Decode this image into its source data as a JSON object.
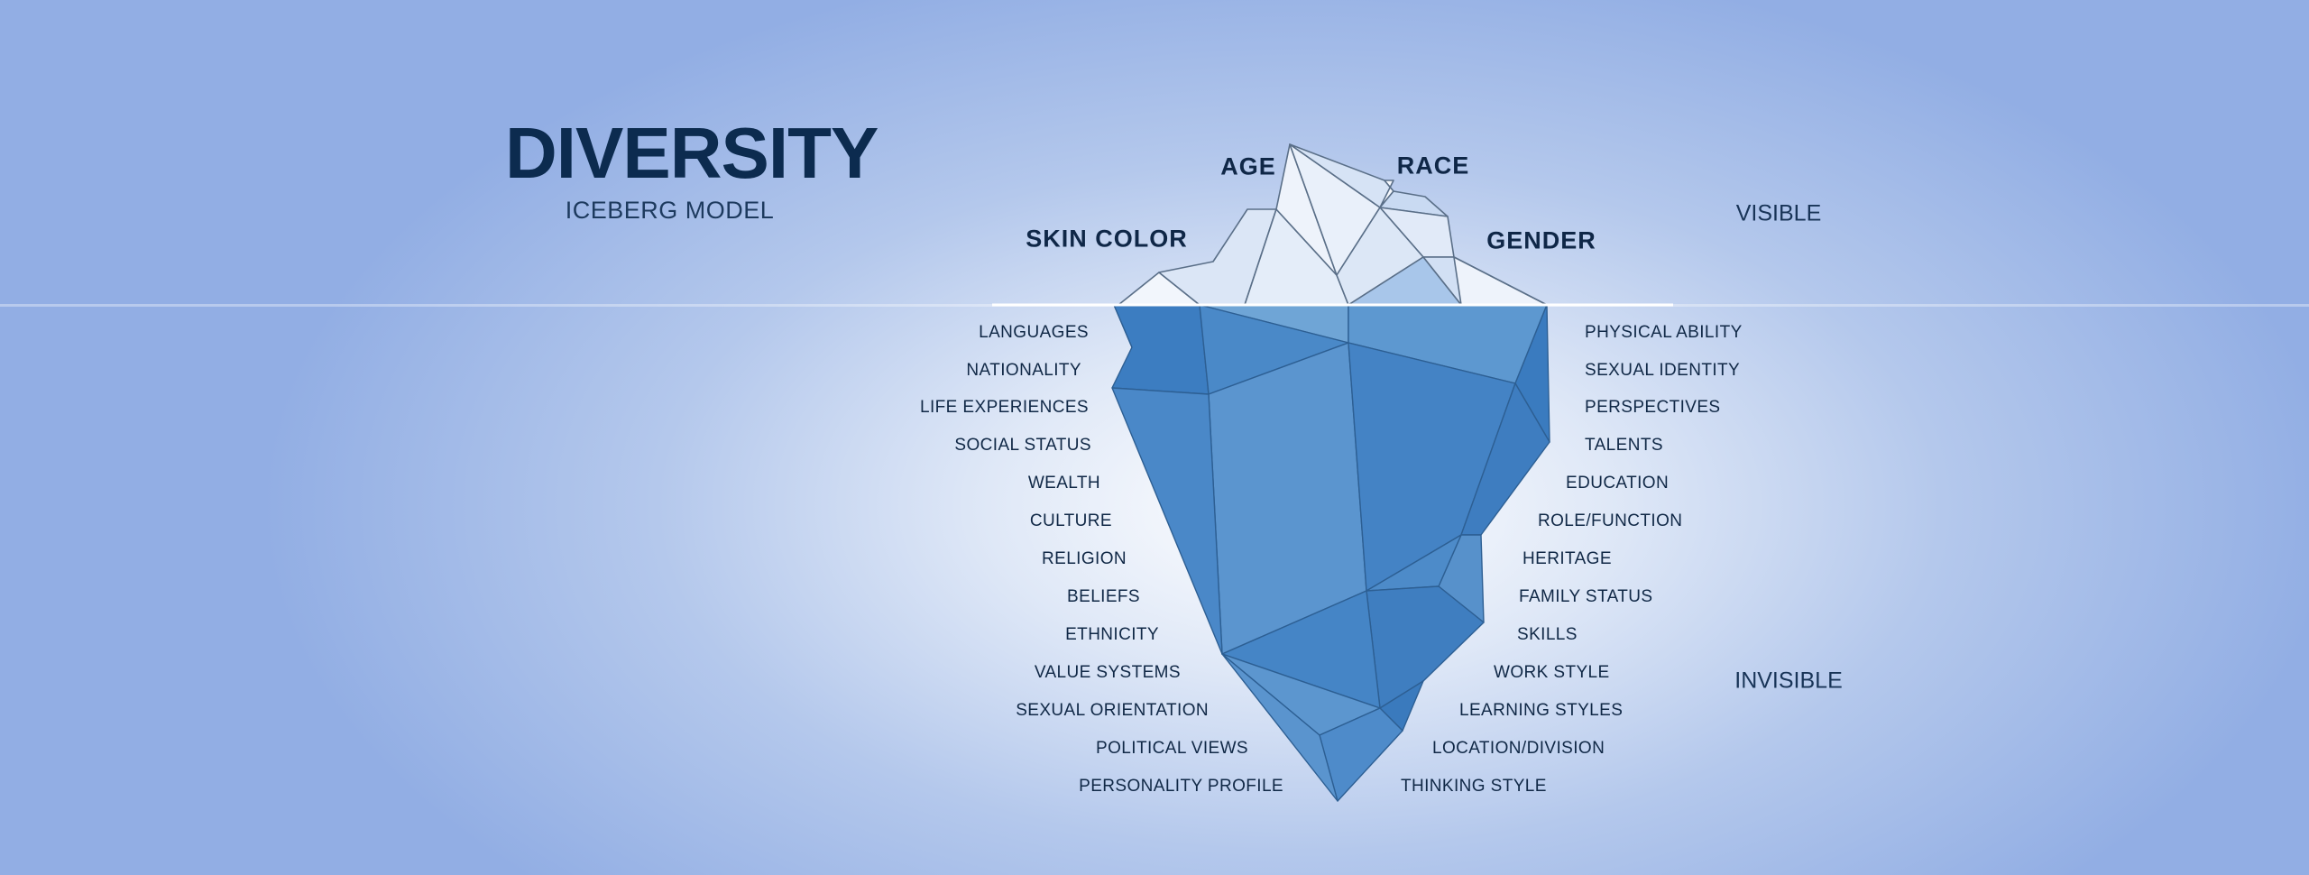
{
  "title": "DIVERSITY",
  "subtitle": "ICEBERG MODEL",
  "sections": {
    "visible": "VISIBLE",
    "invisible": "INVISIBLE"
  },
  "visible_traits": {
    "age": "AGE",
    "race": "RACE",
    "skin_color": "SKIN COLOR",
    "gender": "GENDER"
  },
  "invisible_left": [
    "LANGUAGES",
    "NATIONALITY",
    "LIFE EXPERIENCES",
    "SOCIAL STATUS",
    "WEALTH",
    "CULTURE",
    "RELIGION",
    "BELIEFS",
    "ETHNICITY",
    "VALUE SYSTEMS",
    "SEXUAL ORIENTATION",
    "POLITICAL VIEWS",
    "PERSONALITY PROFILE"
  ],
  "invisible_right": [
    "PHYSICAL ABILITY",
    "SEXUAL IDENTITY",
    "PERSPECTIVES",
    "TALENTS",
    "EDUCATION",
    "ROLE/FUNCTION",
    "HERITAGE",
    "FAMILY STATUS",
    "SKILLS",
    "WORK STYLE",
    "LEARNING STYLES",
    "LOCATION/DIVISION",
    "THINKING STYLE"
  ],
  "colors": {
    "title": "#0c2b4f",
    "iceberg_above": "#e6eefa",
    "iceberg_below": "#4a88c8",
    "waterline": "#ffffff"
  }
}
